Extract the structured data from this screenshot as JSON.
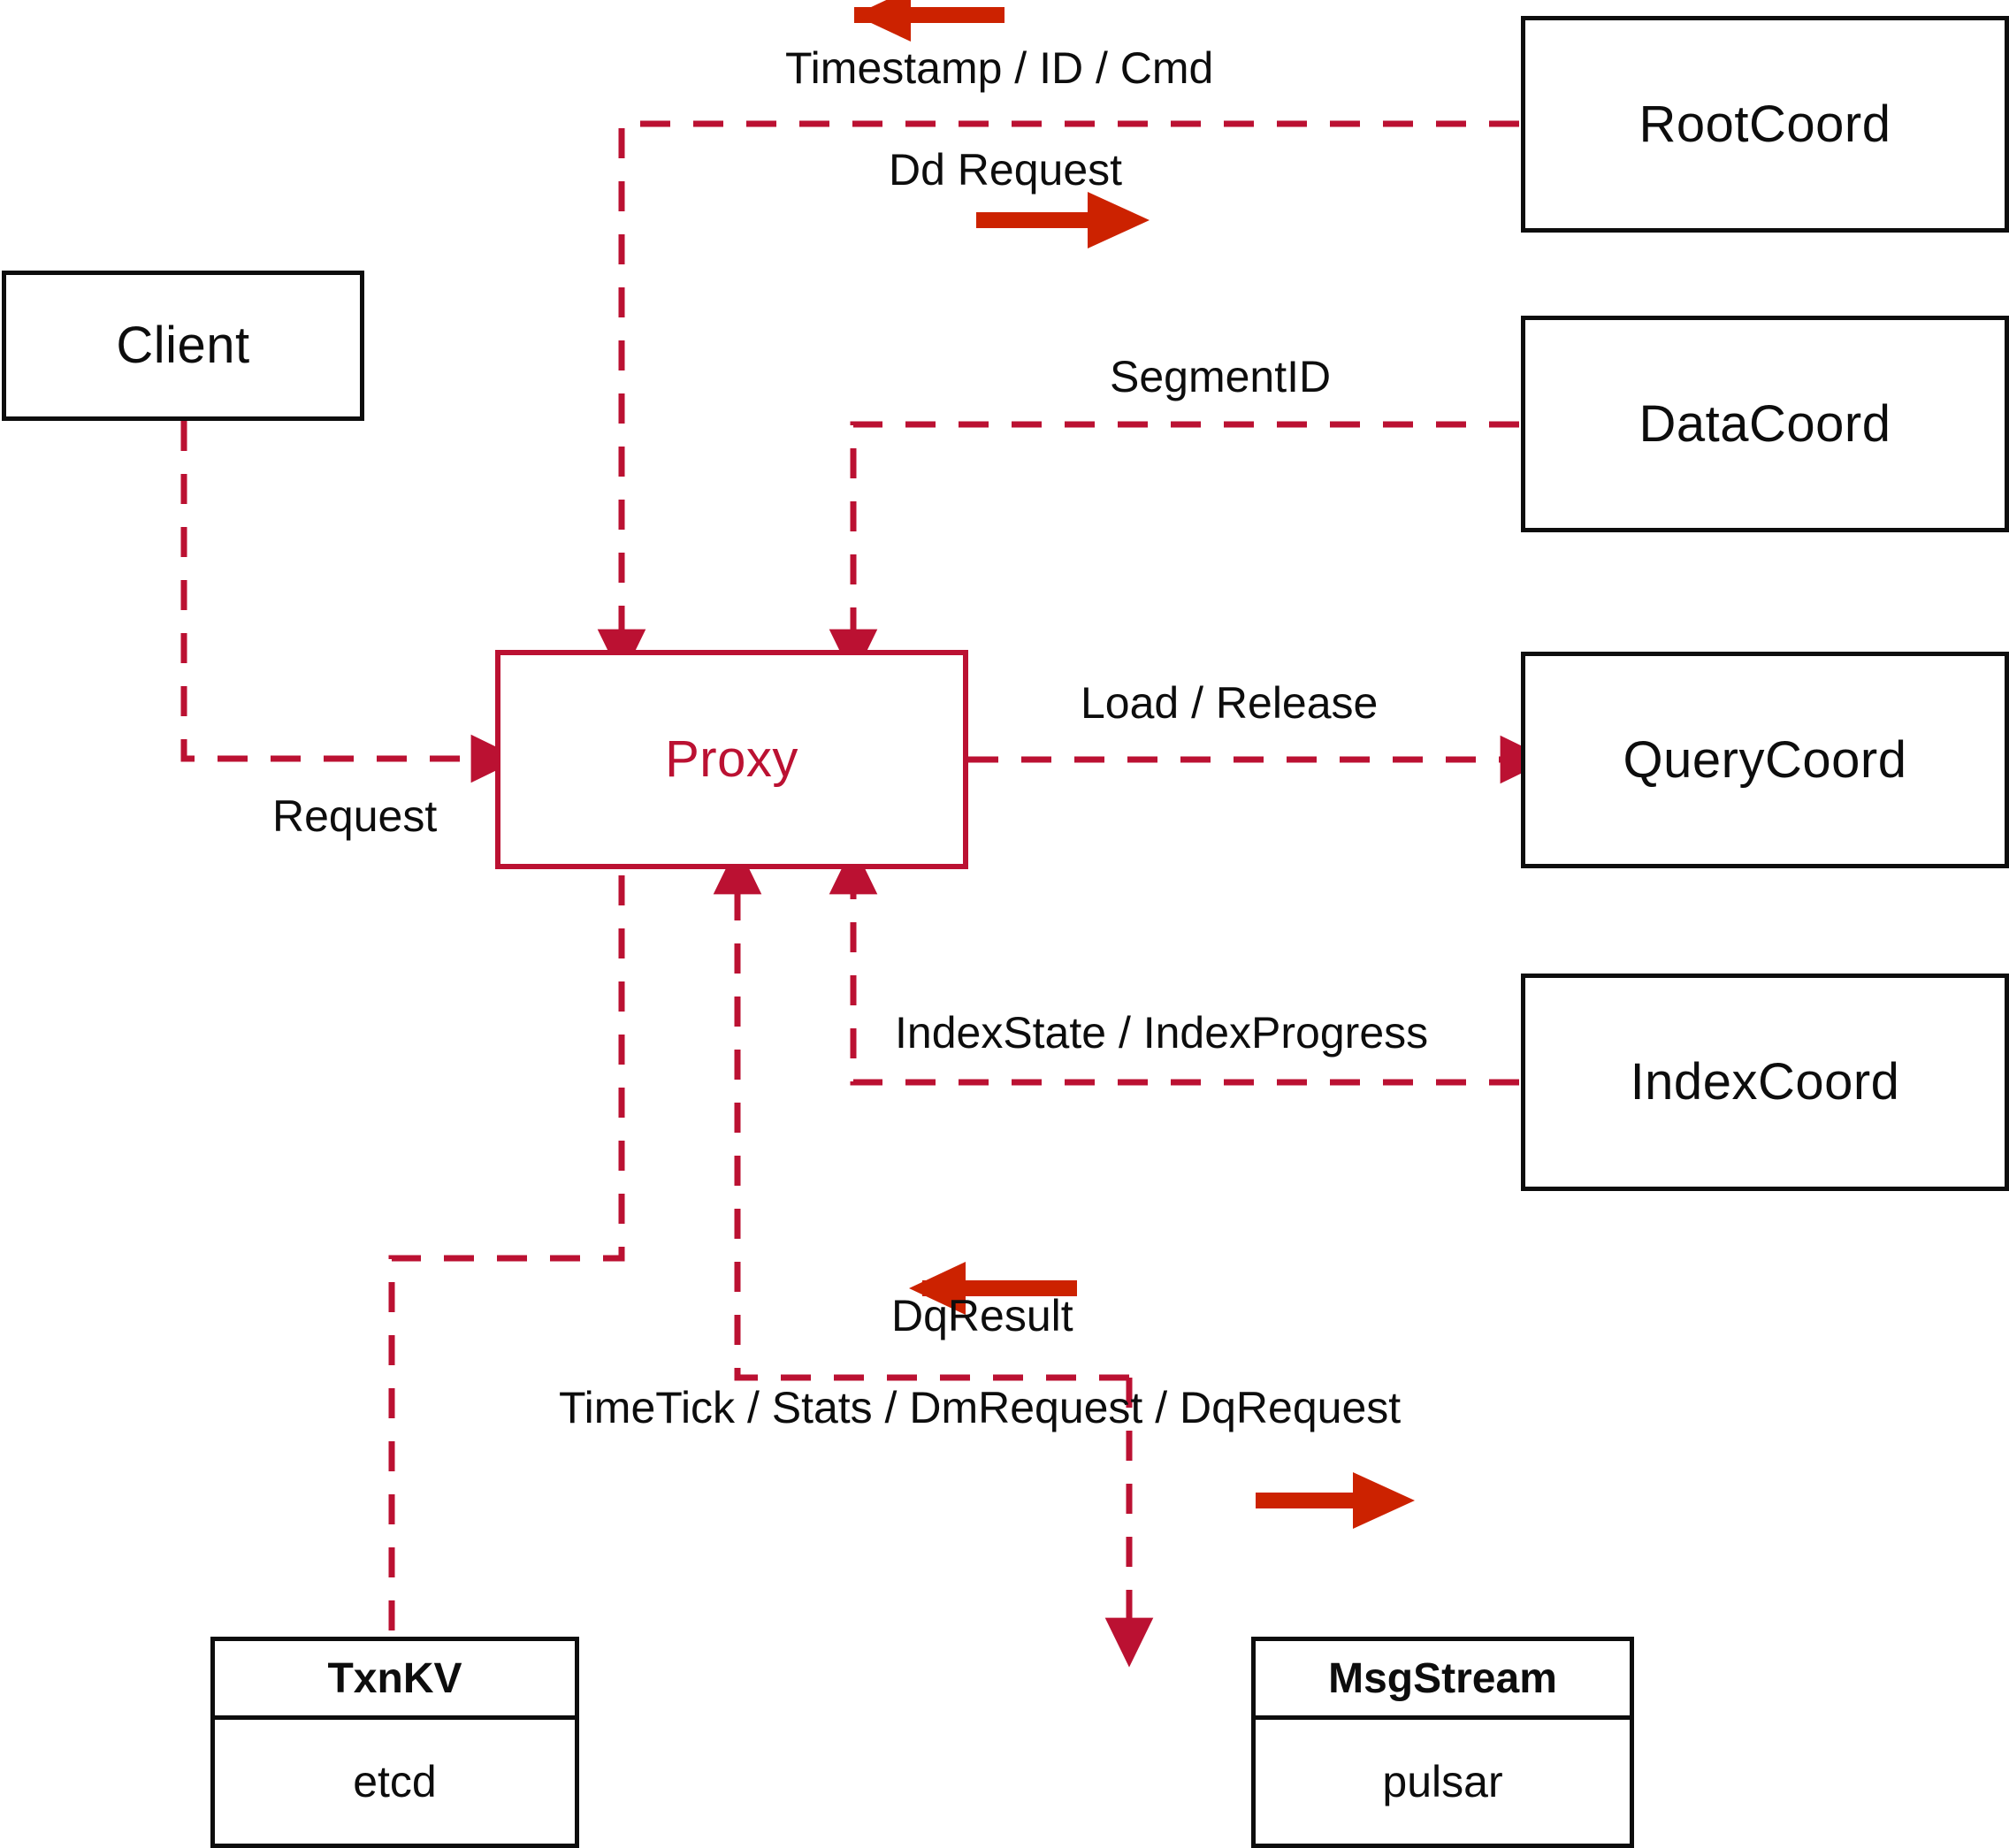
{
  "diagram": {
    "title": "Proxy component interaction diagram",
    "colors": {
      "node_border": "#0d0d0d",
      "proxy_border": "#bb1132",
      "dashed_line": "#bb1132",
      "direction_arrow": "#cc2200",
      "background": "#ffffff"
    },
    "nodes": [
      {
        "id": "client",
        "label": "Client",
        "style": "black"
      },
      {
        "id": "proxy",
        "label": "Proxy",
        "style": "red"
      },
      {
        "id": "rootcoord",
        "label": "RootCoord",
        "style": "black"
      },
      {
        "id": "datacoord",
        "label": "DataCoord",
        "style": "black"
      },
      {
        "id": "querycoord",
        "label": "QueryCoord",
        "style": "black"
      },
      {
        "id": "indexcoord",
        "label": "IndexCoord",
        "style": "black"
      }
    ],
    "compound_nodes": [
      {
        "id": "txnkv",
        "header": "TxnKV",
        "body": "etcd"
      },
      {
        "id": "msgstream",
        "header": "MsgStream",
        "body": "pulsar"
      }
    ],
    "edges": [
      {
        "id": "client-proxy",
        "label": "Request",
        "from": "client",
        "to": "proxy",
        "direction": "right"
      },
      {
        "id": "proxy-rootcoord",
        "label": "Timestamp / ID / Cmd",
        "from": "rootcoord",
        "to": "proxy",
        "direction": "left"
      },
      {
        "id": "proxy-rootcoord-dd",
        "label": "Dd Request",
        "from": "proxy",
        "to": "rootcoord",
        "direction": "right"
      },
      {
        "id": "datacoord-proxy",
        "label": "SegmentID",
        "from": "datacoord",
        "to": "proxy",
        "direction": "left"
      },
      {
        "id": "proxy-querycoord",
        "label": "Load / Release",
        "from": "proxy",
        "to": "querycoord",
        "direction": "right"
      },
      {
        "id": "indexcoord-proxy",
        "label": "IndexState / IndexProgress",
        "from": "indexcoord",
        "to": "proxy",
        "direction": "left"
      },
      {
        "id": "msgstream-proxy",
        "label": "DqResult",
        "from": "msgstream",
        "to": "proxy",
        "direction": "left"
      },
      {
        "id": "proxy-msgstream",
        "label": "TimeTick / Stats / DmRequest / DqRequest",
        "from": "proxy",
        "to": "msgstream",
        "direction": "right"
      },
      {
        "id": "proxy-txnkv",
        "label": "",
        "from": "proxy",
        "to": "txnkv",
        "direction": "down"
      }
    ]
  }
}
